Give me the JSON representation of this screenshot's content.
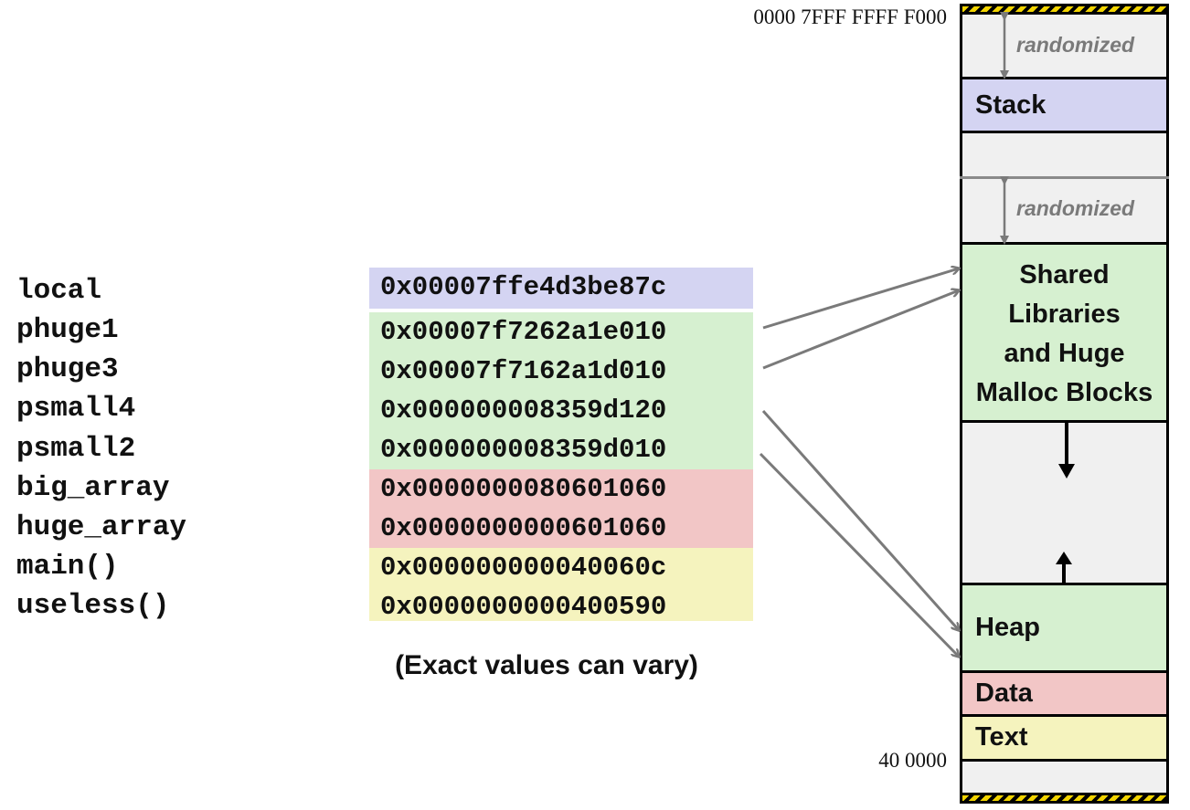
{
  "variables": [
    {
      "name": "local",
      "address": "0x00007ffe4d3be87c",
      "color": "#d4d4f2"
    },
    {
      "name": "phuge1",
      "address": "0x00007f7262a1e010",
      "color": "#d6f0d0"
    },
    {
      "name": "phuge3",
      "address": "0x00007f7162a1d010",
      "color": "#d6f0d0"
    },
    {
      "name": "psmall4",
      "address": "0x000000008359d120",
      "color": "#d6f0d0"
    },
    {
      "name": "psmall2",
      "address": "0x000000008359d010",
      "color": "#d6f0d0"
    },
    {
      "name": "big_array",
      "address": "0x0000000080601060",
      "color": "#f2c6c6"
    },
    {
      "name": "huge_array",
      "address": "0x0000000000601060",
      "color": "#f2c6c6"
    },
    {
      "name": "main()",
      "address": "0x000000000040060c",
      "color": "#f5f3be"
    },
    {
      "name": "useless()",
      "address": "0x0000000000400590",
      "color": "#f5f3be"
    }
  ],
  "note": "(Exact values can vary)",
  "memory": {
    "top_address": "0000 7FFF FFFF F000",
    "bottom_address": "40 0000",
    "randomized_label": "randomized",
    "segments": {
      "stack": {
        "label": "Stack",
        "color": "#d4d4f2"
      },
      "shared": {
        "lines": [
          "Shared",
          "Libraries",
          "and Huge",
          "Malloc Blocks"
        ],
        "color": "#d6f0d0"
      },
      "heap": {
        "label": "Heap",
        "color": "#d6f0d0"
      },
      "data": {
        "label": "Data",
        "color": "#f2c6c6"
      },
      "text": {
        "label": "Text",
        "color": "#f5f3be"
      }
    }
  }
}
